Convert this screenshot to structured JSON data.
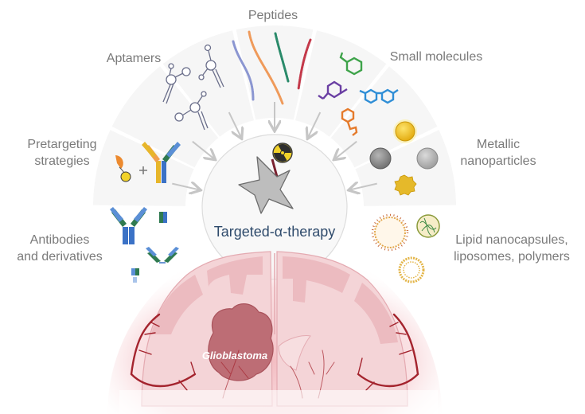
{
  "center": {
    "title": "Targeted-α-therapy",
    "icon": "star-cell-with-radionuclide-icon"
  },
  "categories": [
    {
      "id": "antibodies",
      "label_lines": [
        "Antibodies",
        "and derivatives"
      ],
      "icon": "antibody-icon"
    },
    {
      "id": "pretargeting",
      "label_lines": [
        "Pretargeting",
        "strategies"
      ],
      "icon": "bispecific-antibody-icon"
    },
    {
      "id": "aptamers",
      "label_lines": [
        "Aptamers"
      ],
      "icon": "aptamer-icon"
    },
    {
      "id": "peptides",
      "label_lines": [
        "Peptides"
      ],
      "icon": "peptide-chain-icon"
    },
    {
      "id": "small-molecules",
      "label_lines": [
        "Small molecules"
      ],
      "icon": "small-molecule-icon"
    },
    {
      "id": "metallic",
      "label_lines": [
        "Metallic",
        "nanoparticles"
      ],
      "icon": "nanoparticle-icon"
    },
    {
      "id": "lipid",
      "label_lines": [
        "Lipid nanocapsules,",
        "liposomes, polymers"
      ],
      "icon": "liposome-icon"
    }
  ],
  "tumor": {
    "label": "Glioblastoma"
  },
  "colors": {
    "ring": "#f6f6f6",
    "label_gray": "#7a7a7a",
    "center_text": "#2e4a6b",
    "brain": "#f3c9cd",
    "brain_fold": "#e8a9b0",
    "vessel": "#a4242e",
    "tumor": "#b9636c",
    "arrow": "#c6c6c6"
  }
}
